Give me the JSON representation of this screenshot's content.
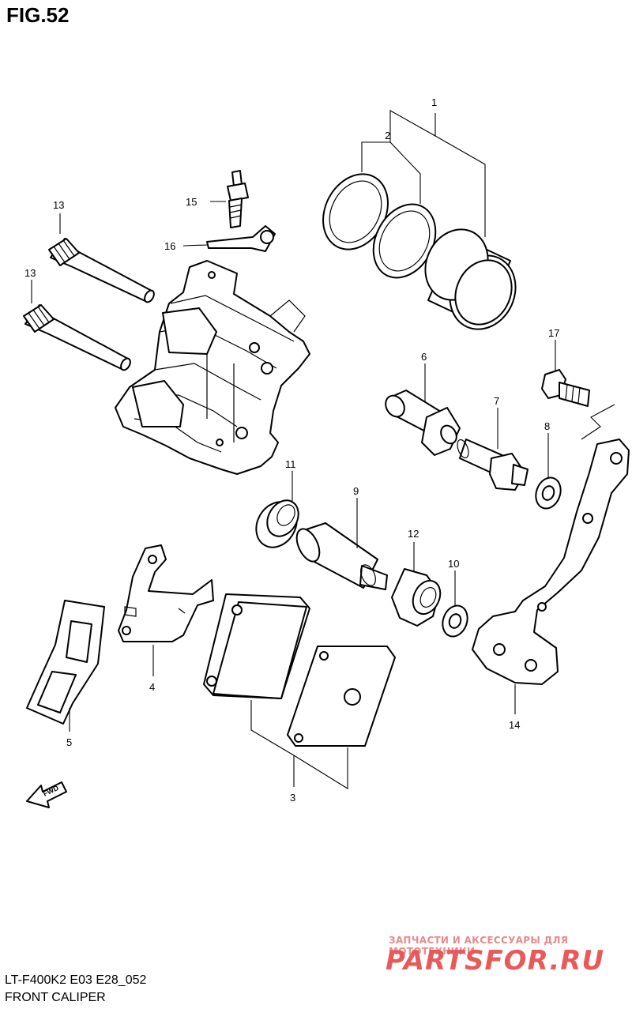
{
  "figure": {
    "title": "FIG.52"
  },
  "footer": {
    "model_code": "LT-F400K2 E03 E28_052",
    "section_name": "FRONT CALIPER"
  },
  "watermark": {
    "tagline": "ЗАПЧАСТИ И АКСЕССУАРЫ ДЛЯ МОТОТЕХНИКИ",
    "logo": "PARTSFOR.RU",
    "color": "#e85a5a"
  },
  "direction_marker": {
    "label": "FWD"
  },
  "callouts": [
    {
      "id": "c1",
      "number": "1"
    },
    {
      "id": "c2",
      "number": "2"
    },
    {
      "id": "c3",
      "number": "3"
    },
    {
      "id": "c4",
      "number": "4"
    },
    {
      "id": "c5",
      "number": "5"
    },
    {
      "id": "c6",
      "number": "6"
    },
    {
      "id": "c7",
      "number": "7"
    },
    {
      "id": "c8",
      "number": "8"
    },
    {
      "id": "c9",
      "number": "9"
    },
    {
      "id": "c10",
      "number": "10"
    },
    {
      "id": "c11",
      "number": "11"
    },
    {
      "id": "c12",
      "number": "12"
    },
    {
      "id": "c13a",
      "number": "13"
    },
    {
      "id": "c13b",
      "number": "13"
    },
    {
      "id": "c14",
      "number": "14"
    },
    {
      "id": "c15",
      "number": "15"
    },
    {
      "id": "c16",
      "number": "16"
    },
    {
      "id": "c17",
      "number": "17"
    }
  ]
}
